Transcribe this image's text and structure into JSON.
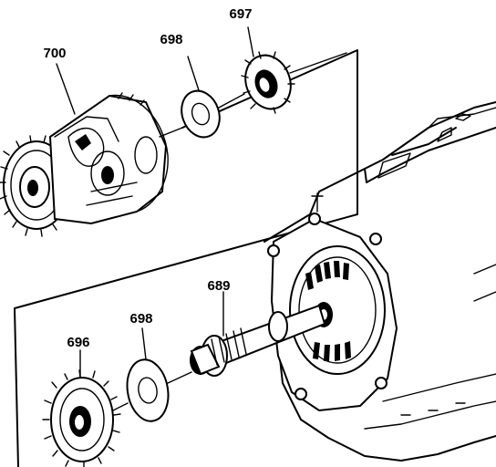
{
  "diagram": {
    "callouts": {
      "differential_case": "700",
      "upper_washer": "698",
      "upper_bearing": "697",
      "output_shaft": "689",
      "lower_washer": "698",
      "lower_gear": "696"
    }
  }
}
